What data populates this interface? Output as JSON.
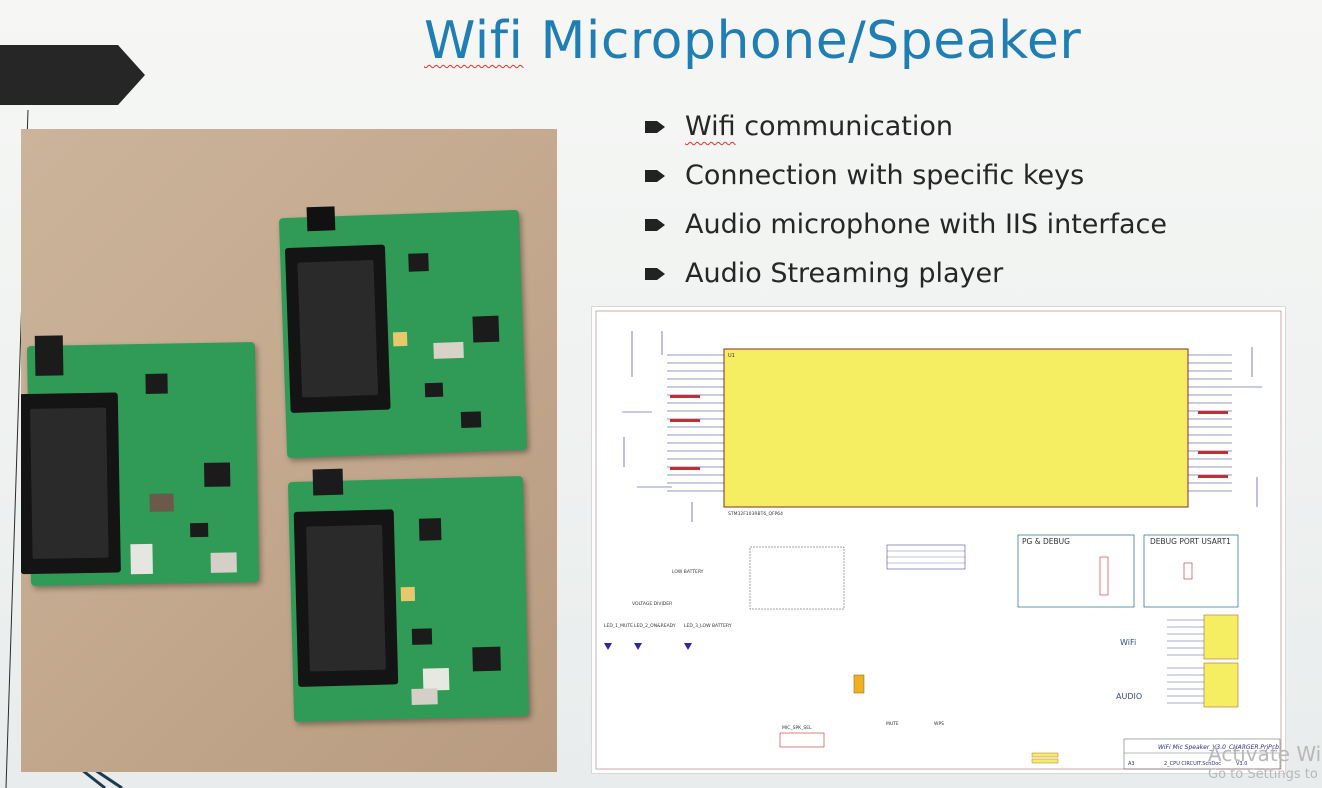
{
  "slide": {
    "title_part1": "Wifi",
    "title_part2": " Microphone/Speaker",
    "bullets": [
      {
        "pre": "",
        "squiggle": "Wifi",
        "post": " communication"
      },
      {
        "pre": "Connection with specific keys",
        "squiggle": "",
        "post": ""
      },
      {
        "pre": "Audio microphone with IIS interface",
        "squiggle": "",
        "post": ""
      },
      {
        "pre": "Audio Streaming player",
        "squiggle": "",
        "post": ""
      }
    ],
    "accent_color": "#1f7eb4"
  },
  "schematic": {
    "mcu_label": "U1",
    "mcu_part": "STM32F103RBT6_QFP64",
    "section_pg_debug": "PG & DEBUG",
    "section_debug_port": "DEBUG PORT USART1",
    "label_wifi": "WiFi",
    "label_audio": "AUDIO",
    "label_mute": "MUTE",
    "label_wps": "WPS",
    "label_mic_spk_sel": "MIC_SPK_SEL",
    "label_low_battery": "LOW BATTERY",
    "label_voltage_divider": "VOLTAGE DIVIDER",
    "label_led1": "LED_1_MUTE",
    "label_led2": "LED_2_ON&READY",
    "label_led3": "LED_3_LOW BATTERY",
    "title_block_name": "WiFi Mic Speaker_V3.0_CHARGER.PrjPcb",
    "title_block_sheet": "2_CPU CIRCUIT.SchDoc",
    "title_block_rev": "V3.0",
    "title_block_size": "A3"
  },
  "overlay": {
    "activate_line1": "Activate Windows",
    "activate_line2": "Go to Settings to activate Windows."
  }
}
